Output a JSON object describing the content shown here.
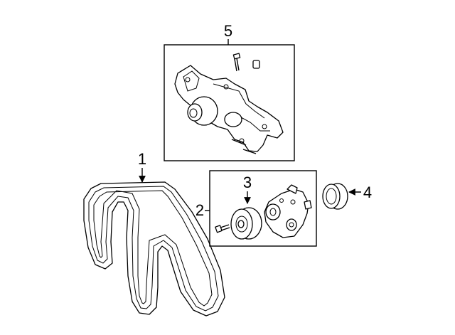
{
  "callouts": {
    "belt": "1",
    "tensioner_group": "2",
    "idler_pulley": "3",
    "fan_pulley": "4",
    "water_pump_group": "5"
  },
  "colors": {
    "ink": "#000000",
    "background": "#ffffff"
  }
}
